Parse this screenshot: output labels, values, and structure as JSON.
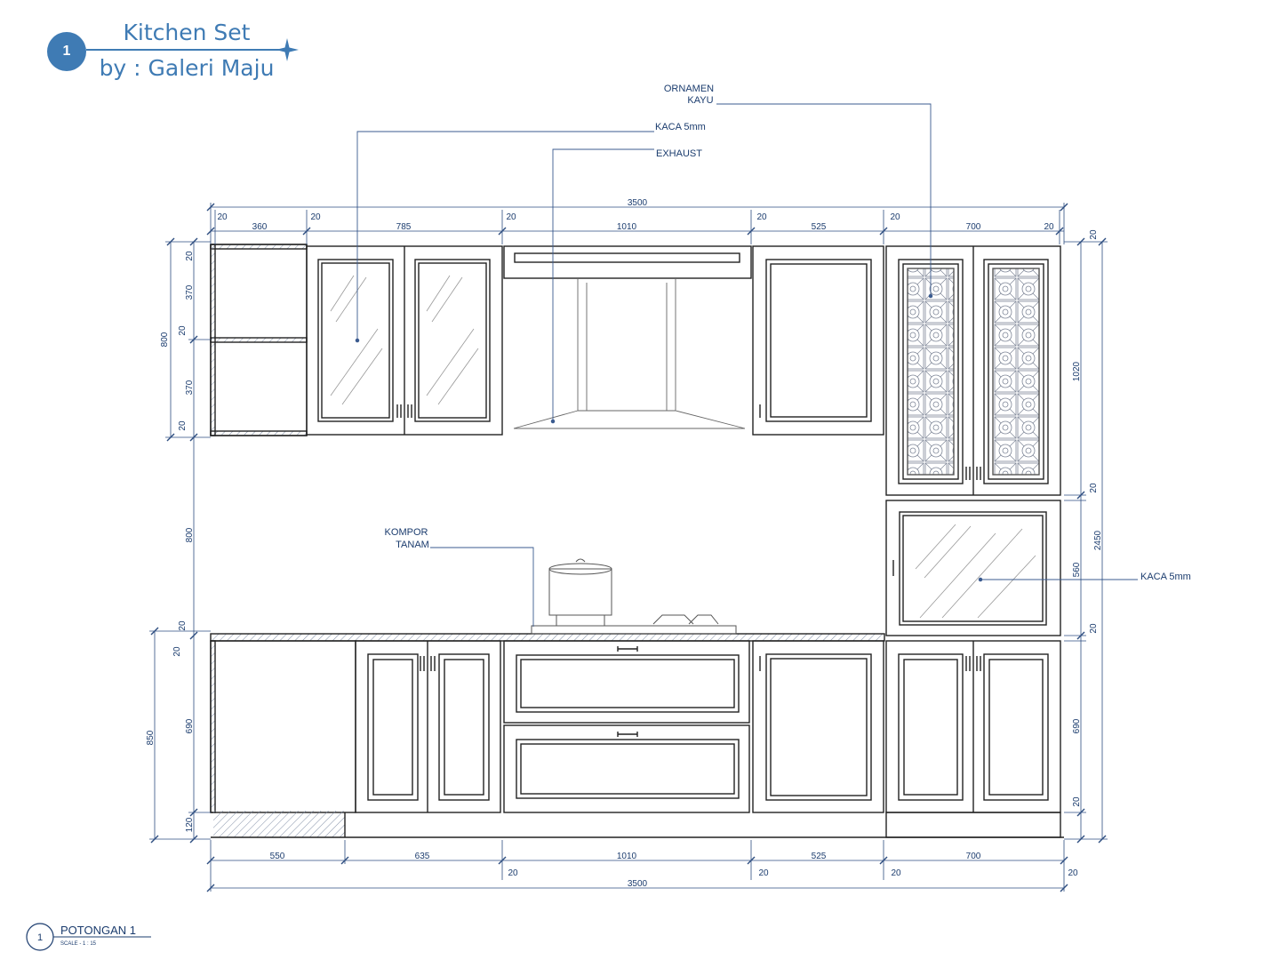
{
  "header": {
    "number": "1",
    "title": "Kitchen Set",
    "subtitle": "by : Galeri Maju"
  },
  "footer": {
    "number": "1",
    "title": "POTONGAN 1",
    "scale": "SCALE - 1 : 15"
  },
  "labels": {
    "ornamen_1": "ORNAMEN",
    "ornamen_2": "KAYU",
    "kaca_top": "KACA 5mm",
    "exhaust": "EXHAUST",
    "kompor_1": "KOMPOR",
    "kompor_2": "TANAM",
    "kaca_right": "KACA 5mm"
  },
  "dims": {
    "top_total": "3500",
    "top_segments": [
      "20",
      "360",
      "20",
      "785",
      "20",
      "1010",
      "20",
      "525",
      "20",
      "700",
      "20"
    ],
    "bottom_segments": [
      "550",
      "635",
      "1010",
      "525",
      "700"
    ],
    "bottom_gaps": [
      "20",
      "20",
      "20",
      "20"
    ],
    "bottom_total": "3500",
    "left_upper": [
      "20",
      "370",
      "20",
      "370",
      "20"
    ],
    "left_upper_total": "800",
    "left_gap": "800",
    "left_lower": [
      "20",
      "20",
      "690",
      "120"
    ],
    "left_lower_total": "850",
    "right": [
      "20",
      "1020",
      "20",
      "560",
      "20",
      "690",
      "20"
    ],
    "right_total": "2450"
  },
  "colors": {
    "accent": "#3f7bb4",
    "line": "#1b3c6e"
  }
}
